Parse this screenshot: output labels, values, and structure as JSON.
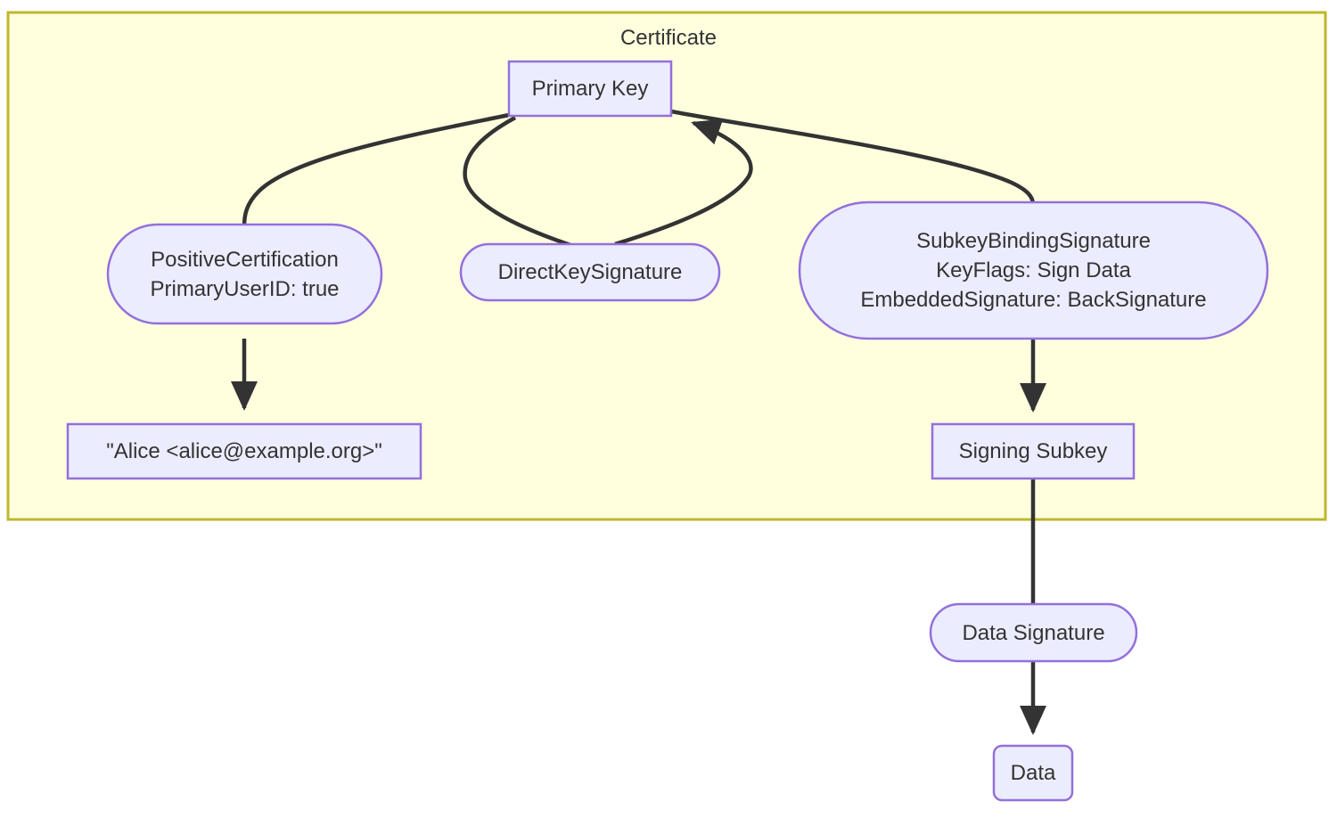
{
  "diagram": {
    "type": "flowchart",
    "direction": "top-down",
    "title_label": "Certificate",
    "colors": {
      "subgraph_fill": "#ffffde",
      "subgraph_stroke": "#bfb72d",
      "node_fill": "#ececff",
      "node_stroke": "#9370db",
      "edge_stroke": "#333333",
      "text": "#333333"
    },
    "subgraphs": [
      {
        "id": "certificate",
        "label": "Certificate"
      }
    ],
    "nodes": [
      {
        "id": "primary-key",
        "shape": "rect",
        "lines": [
          "Primary Key"
        ],
        "in_subgraph": "certificate"
      },
      {
        "id": "positive-certification",
        "shape": "stadium",
        "lines": [
          "PositiveCertification",
          "PrimaryUserID: true"
        ],
        "in_subgraph": "certificate"
      },
      {
        "id": "direct-key-signature",
        "shape": "stadium",
        "lines": [
          "DirectKeySignature"
        ],
        "in_subgraph": "certificate"
      },
      {
        "id": "subkey-binding-signature",
        "shape": "stadium",
        "lines": [
          "SubkeyBindingSignature",
          "KeyFlags: Sign Data",
          "EmbeddedSignature: BackSignature"
        ],
        "in_subgraph": "certificate"
      },
      {
        "id": "user-id",
        "shape": "rect",
        "lines": [
          "\"Alice <alice@example.org>\""
        ],
        "in_subgraph": "certificate"
      },
      {
        "id": "signing-subkey",
        "shape": "rect",
        "lines": [
          "Signing Subkey"
        ],
        "in_subgraph": "certificate"
      },
      {
        "id": "data-signature",
        "shape": "stadium",
        "lines": [
          "Data Signature"
        ],
        "in_subgraph": null
      },
      {
        "id": "data",
        "shape": "rounded-rect",
        "lines": [
          "Data"
        ],
        "in_subgraph": null
      }
    ],
    "edges": [
      {
        "from": "primary-key",
        "to": "positive-certification",
        "arrow": "none",
        "label": ""
      },
      {
        "from": "primary-key",
        "to": "direct-key-signature",
        "arrow": "none",
        "label": ""
      },
      {
        "from": "direct-key-signature",
        "to": "primary-key",
        "arrow": "arrow",
        "label": ""
      },
      {
        "from": "primary-key",
        "to": "subkey-binding-signature",
        "arrow": "none",
        "label": ""
      },
      {
        "from": "positive-certification",
        "to": "user-id",
        "arrow": "arrow",
        "label": ""
      },
      {
        "from": "subkey-binding-signature",
        "to": "signing-subkey",
        "arrow": "arrow",
        "label": ""
      },
      {
        "from": "signing-subkey",
        "to": "data-signature",
        "arrow": "none",
        "label": ""
      },
      {
        "from": "data-signature",
        "to": "data",
        "arrow": "arrow",
        "label": ""
      }
    ]
  }
}
